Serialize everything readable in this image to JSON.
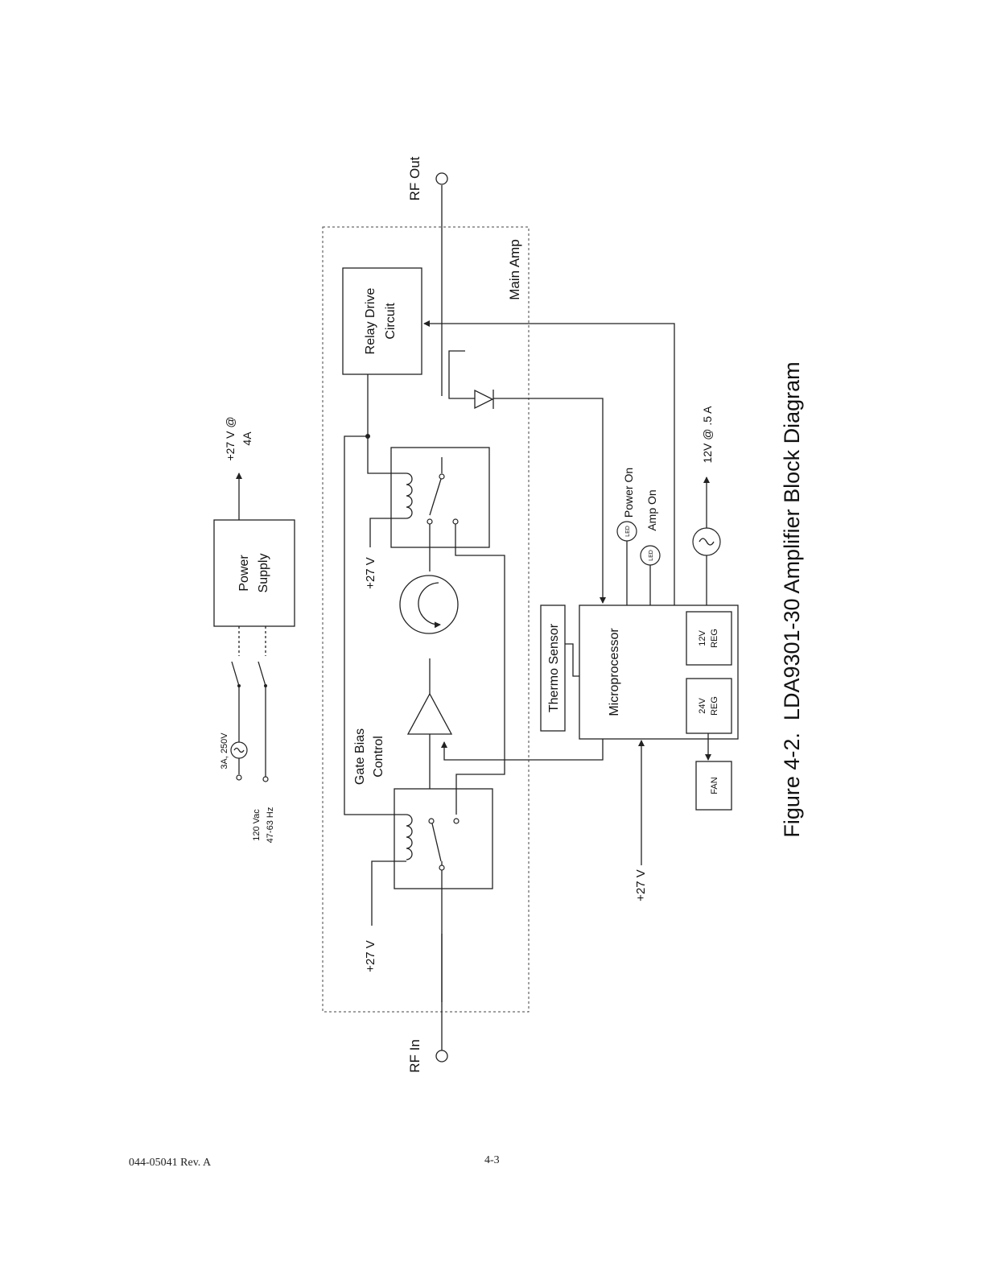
{
  "figure": {
    "caption": "Figure 4-2.  LDA9301-30 Amplifier Block Diagram"
  },
  "labels": {
    "rf_in": "RF In",
    "rf_out": "RF Out",
    "main_amp": "Main Amp",
    "power_supply": [
      "Power",
      "Supply"
    ],
    "psu_output": [
      "+27 V @",
      "4A"
    ],
    "fuse": "3A, 250V",
    "mains": [
      "120 Vac",
      "47-63 Hz"
    ],
    "relay_drive": [
      "Relay Drive",
      "Circuit"
    ],
    "gate_bias": [
      "Gate Bias",
      "Control"
    ],
    "plus27_a": "+27 V",
    "plus27_b": "+27 V",
    "plus27_c": "+27 V",
    "thermo_sensor": "Thermo Sensor",
    "microprocessor": "Microprocessor",
    "reg_12v": [
      "12V",
      "REG"
    ],
    "reg_24v": [
      "24V",
      "REG"
    ],
    "fan": "FAN",
    "power_on": "Power On",
    "amp_on": "Amp On",
    "led": "LED",
    "out_12v": "12V @ .5 A"
  },
  "footer": {
    "doc_number": "044-05041  Rev. A",
    "page_number": "4-3"
  }
}
